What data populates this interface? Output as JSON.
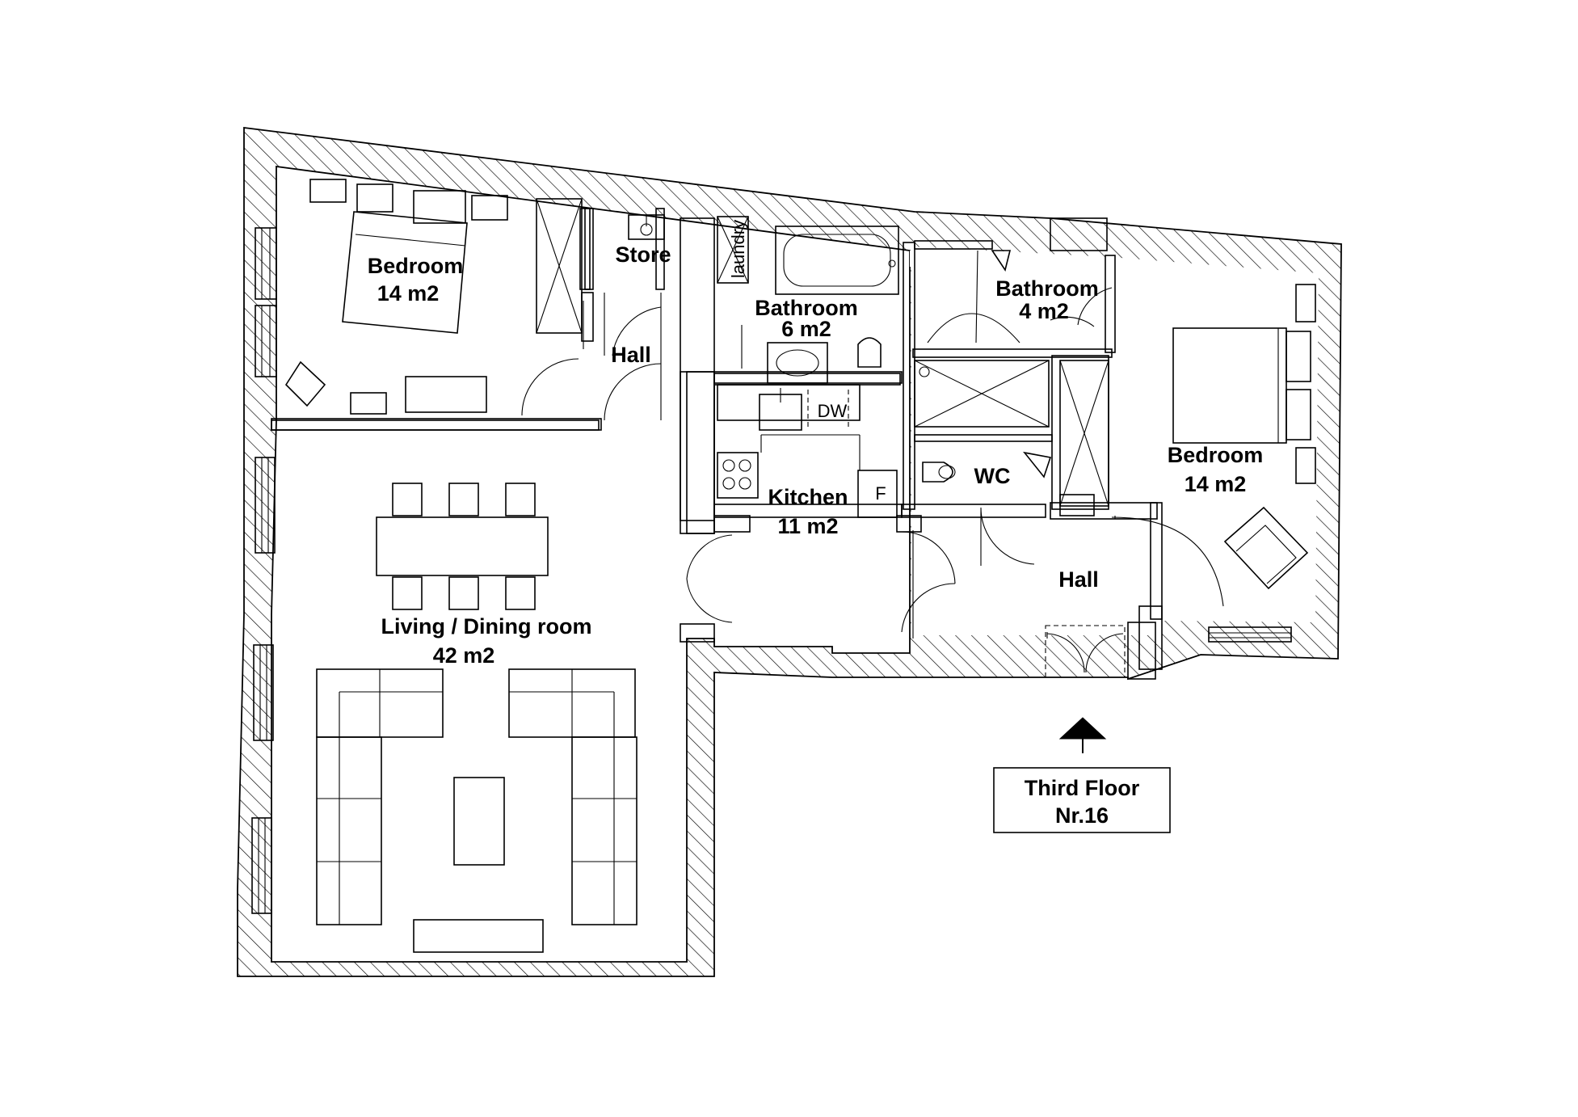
{
  "rooms": {
    "bedroom_left": {
      "name": "Bedroom",
      "area": "14 m2"
    },
    "store": {
      "name": "Store"
    },
    "hall_top": {
      "name": "Hall"
    },
    "laundry": {
      "name": "laundry"
    },
    "bathroom_main": {
      "name": "Bathroom",
      "area": "6 m2"
    },
    "bathroom_small": {
      "name": "Bathroom",
      "area": "4 m2"
    },
    "bedroom_right": {
      "name": "Bedroom",
      "area": "14 m2"
    },
    "kitchen": {
      "name": "Kitchen",
      "area": "11 m2"
    },
    "dishwasher": {
      "name": "DW"
    },
    "fridge": {
      "name": "F"
    },
    "wc": {
      "name": "WC"
    },
    "hall_right": {
      "name": "Hall"
    },
    "living": {
      "name": "Living / Dining room",
      "area": "42 m2"
    }
  },
  "floor_label": {
    "line1": "Third Floor",
    "line2": "Nr.16"
  },
  "icons": [
    "north-arrow-icon"
  ],
  "colors": {
    "line": "#000000",
    "background": "#ffffff"
  }
}
